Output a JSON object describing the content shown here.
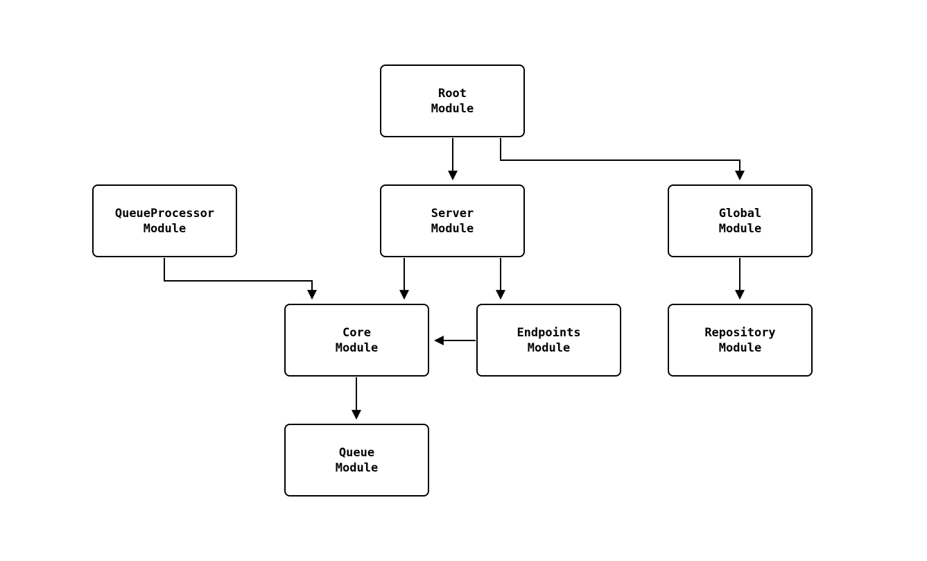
{
  "diagram": {
    "type": "flowchart",
    "direction": "top-down",
    "nodes": {
      "root": {
        "label": "Root\nModule"
      },
      "queueprocessor": {
        "label": "QueueProcessor\nModule"
      },
      "server": {
        "label": "Server\nModule"
      },
      "global": {
        "label": "Global\nModule"
      },
      "core": {
        "label": "Core\nModule"
      },
      "endpoints": {
        "label": "Endpoints\nModule"
      },
      "repository": {
        "label": "Repository\nModule"
      },
      "queue": {
        "label": "Queue\nModule"
      }
    },
    "edges": [
      {
        "from": "Root Module",
        "to": "Server Module"
      },
      {
        "from": "Root Module",
        "to": "Global Module"
      },
      {
        "from": "QueueProcessor Module",
        "to": "Core Module"
      },
      {
        "from": "Server Module",
        "to": "Core Module"
      },
      {
        "from": "Server Module",
        "to": "Endpoints Module"
      },
      {
        "from": "Endpoints Module",
        "to": "Core Module"
      },
      {
        "from": "Global Module",
        "to": "Repository Module"
      },
      {
        "from": "Core Module",
        "to": "Queue Module"
      }
    ],
    "colors": {
      "background": "#ffffff",
      "node_fill": "#ffffff",
      "node_border": "#000000",
      "edge": "#000000",
      "text": "#000000"
    }
  }
}
